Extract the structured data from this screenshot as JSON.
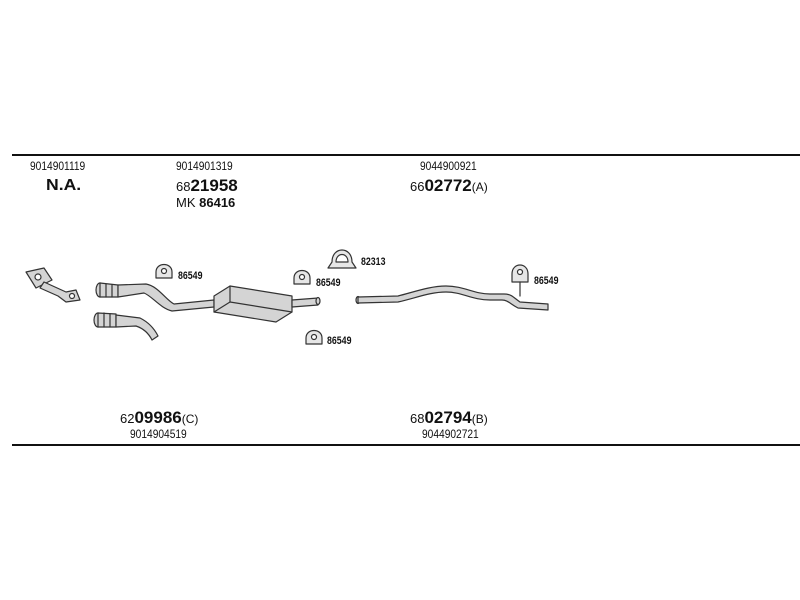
{
  "top_row": {
    "col1": {
      "ref": "9014901119",
      "label": "N.A."
    },
    "col2": {
      "ref": "9014901319",
      "code_prefix": "68",
      "code_main": "21958",
      "mk_prefix": "MK",
      "mk_number": "86416"
    },
    "col3": {
      "ref": "9044900921",
      "code_prefix": "66",
      "code_main": "02772",
      "code_suffix": "(A)"
    }
  },
  "bottom_row": {
    "col1": {
      "code_prefix": "62",
      "code_main": "09986",
      "code_suffix": "(C)",
      "ref": "9014904519"
    },
    "col2": {
      "code_prefix": "68",
      "code_main": "02794",
      "code_suffix": "(B)",
      "ref": "9044902721"
    }
  },
  "part_labels": {
    "hanger_1": "86549",
    "hanger_2": "86549",
    "hanger_3": "86549",
    "hanger_4": "86549",
    "clamp": "82313"
  },
  "colors": {
    "line": "#111111",
    "part_fill": "#d4d4d4",
    "part_stroke": "#333333"
  }
}
